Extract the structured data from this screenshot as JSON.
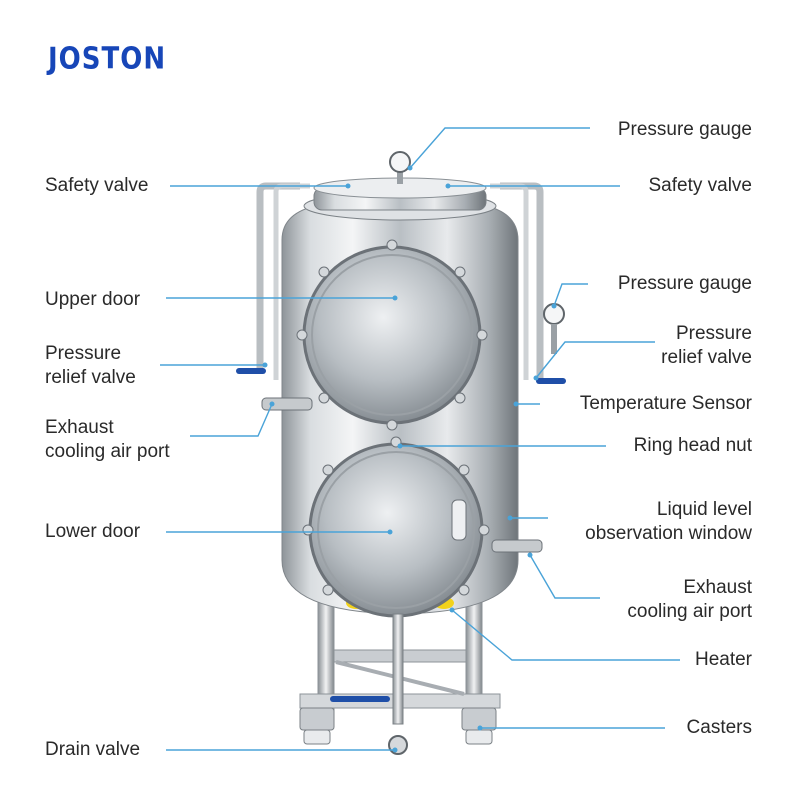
{
  "logo": "JOSTON",
  "labels": {
    "pressure_gauge_top": "Pressure gauge",
    "safety_valve_left": "Safety valve",
    "safety_valve_right": "Safety valve",
    "upper_door": "Upper door",
    "pressure_gauge_side": "Pressure gauge",
    "pressure_relief_left_1": "Pressure",
    "pressure_relief_left_2": "relief valve",
    "pressure_relief_right_1": "Pressure",
    "pressure_relief_right_2": "relief valve",
    "temperature_sensor": "Temperature Sensor",
    "exhaust_left_1": "Exhaust",
    "exhaust_left_2": "cooling air port",
    "ring_head_nut": "Ring head nut",
    "lower_door": "Lower door",
    "liquid_level_1": "Liquid level",
    "liquid_level_2": "observation window",
    "exhaust_right_1": "Exhaust",
    "exhaust_right_2": "cooling air port",
    "heater": "Heater",
    "casters": "Casters",
    "drain_valve": "Drain valve"
  },
  "colors": {
    "leader_line": "#4aa3d8",
    "logo": "#1746b8",
    "valve_handle": "#1f4fa8",
    "heater": "#f2d21b"
  }
}
